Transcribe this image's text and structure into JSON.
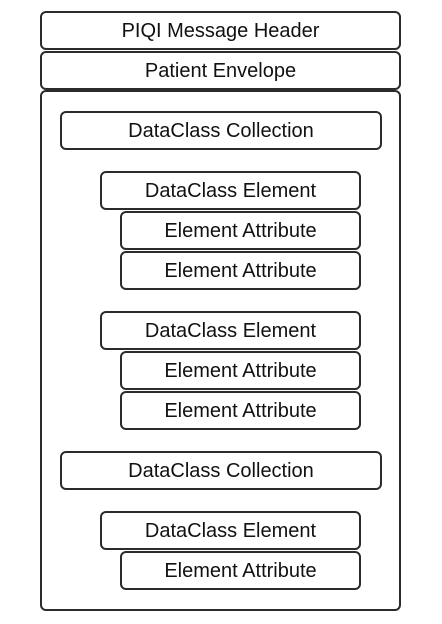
{
  "diagram": {
    "header": "PIQI Message Header",
    "envelope": "Patient Envelope",
    "collections": [
      {
        "label": "DataClass Collection",
        "elements": [
          {
            "label": "DataClass Element",
            "attributes": [
              "Element Attribute",
              "Element Attribute"
            ]
          },
          {
            "label": "DataClass Element",
            "attributes": [
              "Element Attribute",
              "Element Attribute"
            ]
          }
        ]
      },
      {
        "label": "DataClass Collection",
        "elements": [
          {
            "label": "DataClass Element",
            "attributes": [
              "Element Attribute"
            ]
          }
        ]
      }
    ]
  }
}
